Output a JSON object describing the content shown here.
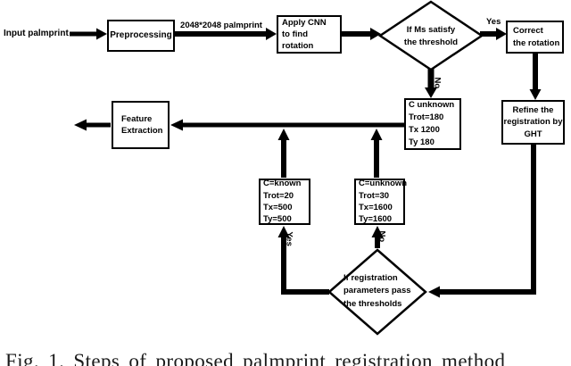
{
  "figure": {
    "caption": "Fig. 1. Steps of proposed palmprint registration method",
    "nodes": {
      "input": "Input palmprint",
      "preprocessing": "Preprocessing",
      "apply_cnn": "Apply CNN\nto find rotation",
      "decision_ms": "If Ms satisfy\nthe threshold",
      "correct_rotation": "Correct\nthe rotation",
      "refine_ght": "Refine the\nregistration by\nGHT",
      "c_unknown_180": "C  unknown\nTrot=180\nTx  1200\nTy  180",
      "feature_extraction": "Feature\nExtraction",
      "c_known_20": "C=known\nTrot=20\nTx=500\nTy=500",
      "c_unknown_30": "C=unknown\nTrot=30\nTx=1600\nTy=1600",
      "decision_registration": "If registration\nparameters pass\nthe thresholds"
    },
    "edge_labels": {
      "palmprint_2048": "2048*2048 palmprint",
      "yes_top": "Yes",
      "no_top": "No",
      "yes_bottom": "Yes",
      "no_bottom": "No"
    },
    "colors": {
      "line": "#000000",
      "background": "#ffffff",
      "text": "#000000"
    }
  }
}
